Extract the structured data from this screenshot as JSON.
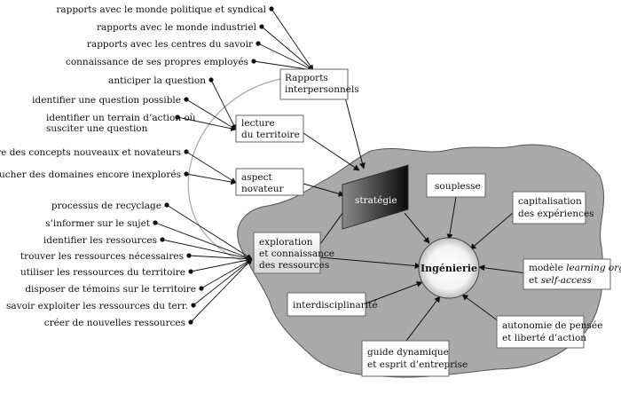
{
  "center": {
    "label": "Ingénierie"
  },
  "nodes": {
    "rapports": {
      "lines": [
        "Rapports",
        "interpersonnels"
      ]
    },
    "lecture": {
      "lines": [
        "lecture",
        "du territoire"
      ]
    },
    "aspect": {
      "lines": [
        "aspect",
        "novateur"
      ]
    },
    "exploration": {
      "lines": [
        "exploration",
        "et connaissance",
        "des ressources"
      ]
    },
    "strategie": {
      "label": "stratégie"
    },
    "souplesse": {
      "label": "souplesse"
    },
    "capitalisation": {
      "lines": [
        "capitalisation",
        "des expériences"
      ]
    },
    "modele": {
      "prefix": "modèle ",
      "italic1": "learning org",
      "join": "et ",
      "italic2": "self-access"
    },
    "interdisciplinarite": {
      "label": "interdisciplinarité"
    },
    "autonomie": {
      "lines": [
        "autonomie de pensée",
        "et liberté d’action"
      ]
    },
    "guide": {
      "lines": [
        "guide dynamique",
        "et esprit d’entreprise"
      ]
    }
  },
  "left_labels": {
    "rapports": [
      "rapports avec le monde politique et syndical",
      "rapports avec le monde industriel",
      "rapports avec les centres du savoir",
      "connaissance de ses propres employés"
    ],
    "lecture": [
      "anticiper la question",
      "identifier une question possible",
      "identifier un terrain d’action où",
      "susciter une question"
    ],
    "aspect": [
      "introduire des concepts nouveaux et novateurs",
      "toucher des domaines encore inexplorés"
    ],
    "exploration": [
      "processus de recyclage",
      "s’informer sur le sujet",
      "identifier les ressources",
      "trouver les ressources nécessaires",
      "utiliser les ressources du territoire",
      "disposer de témoins sur le territoire",
      "savoir exploiter les ressources du terr.",
      "créer de nouvelles ressources"
    ]
  }
}
